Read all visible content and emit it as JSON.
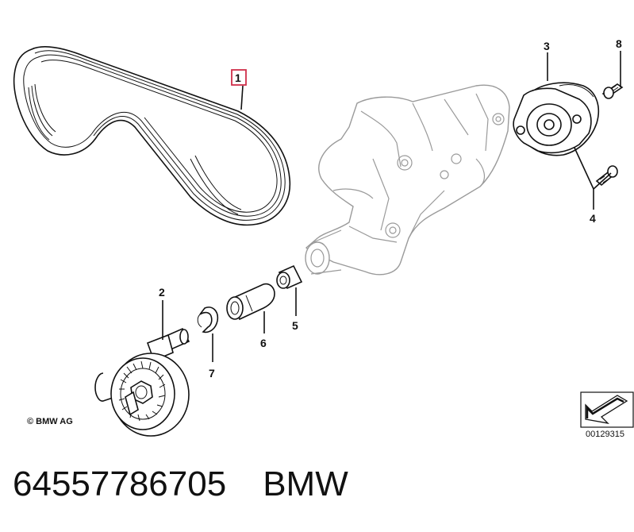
{
  "diagram": {
    "callouts": {
      "part_1": "1",
      "part_2": "2",
      "part_3": "3",
      "part_4": "4",
      "part_5": "5",
      "part_6": "6",
      "part_7": "7",
      "part_8": "8"
    },
    "highlighted_part": "1",
    "highlight_color": "#d0304a",
    "copyright": "© BMW AG",
    "reference_code": "00129315"
  },
  "caption": {
    "part_number": "64557786705",
    "brand": "BMW"
  }
}
